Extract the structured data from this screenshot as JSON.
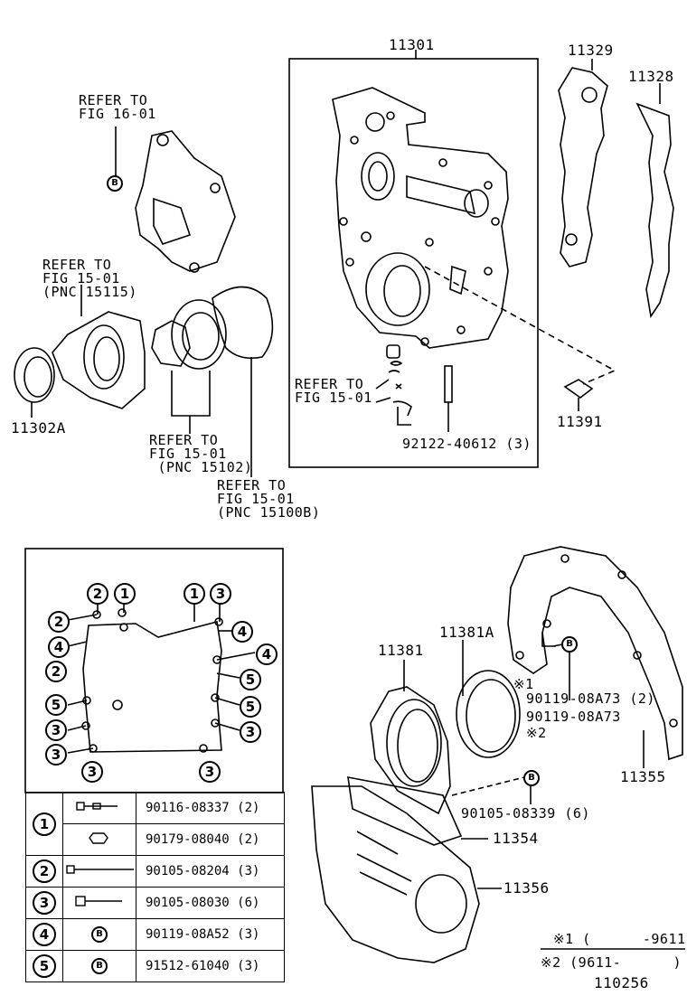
{
  "labels": {
    "p11301": "11301",
    "p11329": "11329",
    "p11328": "11328",
    "refer_fig16": "REFER TO\nFIG 16-01",
    "refer_fig15_15115": "REFER TO\nFIG 15-01\n(PNC 15115)",
    "p11302A": "11302A",
    "refer_fig15_inner": "REFER TO\nFIG 15-01",
    "p92122": "92122-40612 (3)",
    "p11391": "11391",
    "refer_fig15_15102": "REFER TO\nFIG 15-01\n (PNC 15102)",
    "refer_fig15_15100B": "REFER TO\nFIG 15-01\n(PNC 15100B)",
    "p11381": "11381",
    "p11381A": "11381A",
    "note1": "※1",
    "p90119_08A73a": "90119-08A73 (2)",
    "p90119_08A73b": "90119-08A73",
    "note2": "※2",
    "p11355": "11355",
    "p90105_08339": "90105-08339 (6)",
    "p11354": "11354",
    "p11356": "11356",
    "foot1": "※1 (      -9611)",
    "foot2": "※2 (9611-      )",
    "fig_no": "110256",
    "b_marker": "B"
  },
  "bolt_map": {
    "title_marks": [
      "2",
      "1",
      "1",
      "3"
    ],
    "markers": [
      "2",
      "4",
      "2",
      "5",
      "3",
      "3",
      "3",
      "4",
      "4",
      "5",
      "5",
      "3",
      "3"
    ]
  },
  "legend": [
    {
      "key": "1",
      "part": "90116-08337 (2)"
    },
    {
      "key": "",
      "part": "90179-08040 (2)"
    },
    {
      "key": "2",
      "part": "90105-08204 (3)"
    },
    {
      "key": "3",
      "part": "90105-08030 (6)"
    },
    {
      "key": "4",
      "part": "90119-08A52 (3)"
    },
    {
      "key": "5",
      "part": "91512-61040 (3)"
    }
  ]
}
